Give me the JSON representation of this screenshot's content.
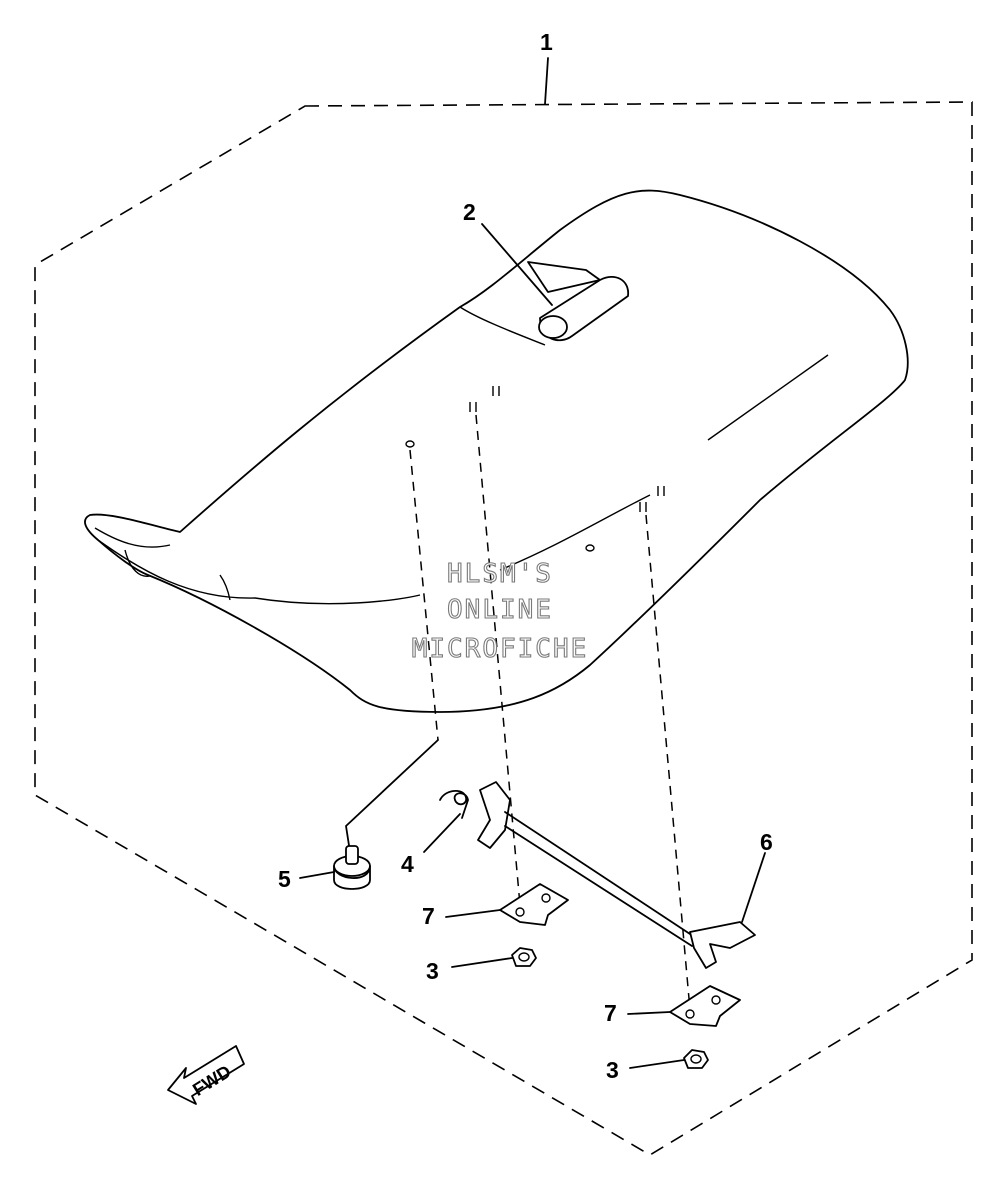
{
  "callouts": {
    "c1": "1",
    "c2": "2",
    "c3a": "3",
    "c3b": "3",
    "c4": "4",
    "c5": "5",
    "c6": "6",
    "c7a": "7",
    "c7b": "7"
  },
  "watermark": {
    "line1": "HLSM'S",
    "line2": "ONLINE",
    "line3": "MICROFICHE"
  },
  "direction_arrow": {
    "label": "FWD",
    "icon": "fwd-arrow-icon"
  },
  "colors": {
    "line": "#000000",
    "watermark_outline": "#7a7a7a",
    "background": "#ffffff"
  }
}
